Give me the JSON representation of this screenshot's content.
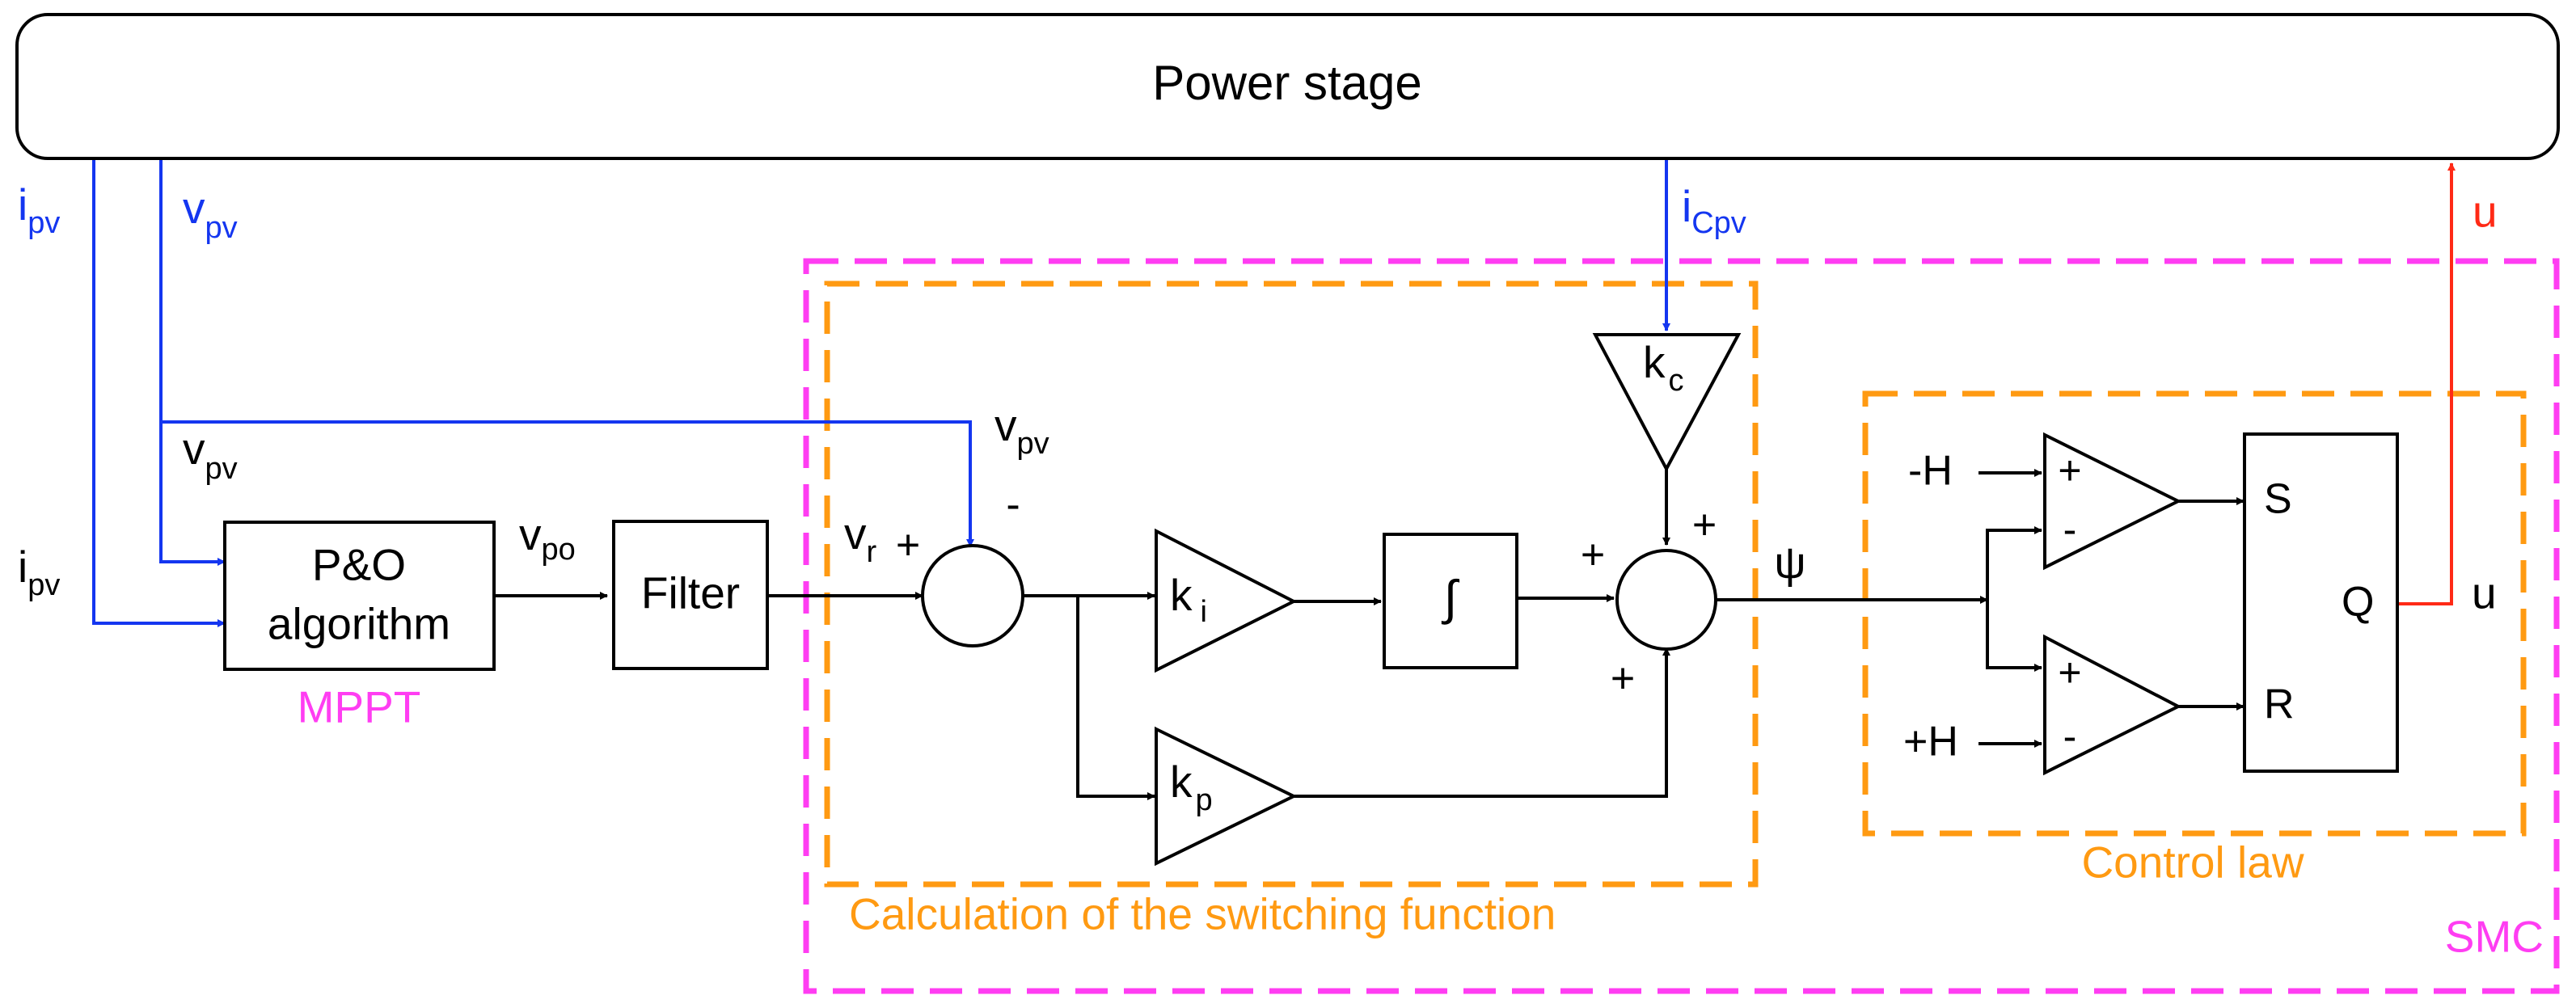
{
  "colors": {
    "black": "#000000",
    "blue": "#1436f0",
    "red": "#ff2a16",
    "magenta": "#ff3df2",
    "orange": "#ff9a12"
  },
  "blocks": {
    "power_stage": "Power stage",
    "po_line1": "P&O",
    "po_line2": "algorithm",
    "filter": "Filter",
    "integrator": "∫",
    "kc_main": "k",
    "kc_sub": "c",
    "ki_main": "k",
    "ki_sub": "i",
    "kp_main": "k",
    "kp_sub": "p",
    "sr_s": "S",
    "sr_r": "R",
    "sr_q": "Q"
  },
  "groups": {
    "mppt": "MPPT",
    "smc": "SMC",
    "switching_function": "Calculation of the switching function",
    "control_law": "Control law"
  },
  "signals": {
    "i_main": "i",
    "pv_sub": "pv",
    "v_main": "v",
    "vpo_sub": "po",
    "vr_sub": "r",
    "iCpv_sub": "Cpv",
    "u": "u",
    "psi": "ψ",
    "minus_H": "-H",
    "plus_H": "+H",
    "plus": "+",
    "minus": "-"
  }
}
